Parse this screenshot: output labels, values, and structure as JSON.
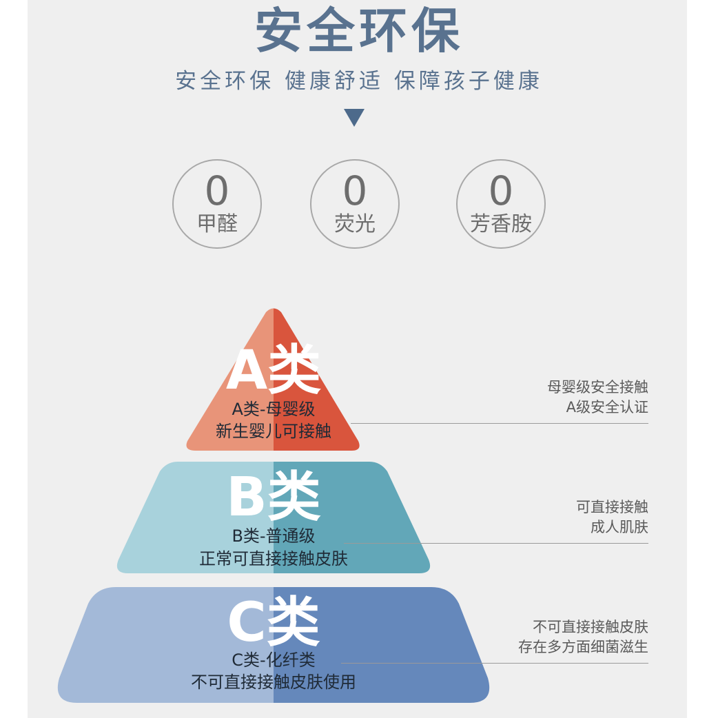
{
  "header": {
    "title": "安全环保",
    "subtitle": "安全环保 健康舒适 保障孩子健康"
  },
  "badges": [
    {
      "value": "0",
      "label": "甲醛"
    },
    {
      "value": "0",
      "label": "荧光"
    },
    {
      "value": "0",
      "label": "芳香胺"
    }
  ],
  "tiers": [
    {
      "big": "A类",
      "line1": "A类-母婴级",
      "line2": "新生婴儿可接触",
      "note1": "母婴级安全接触",
      "note2": "A级安全认证",
      "color_light": "#e89479",
      "color_dark": "#d9553d"
    },
    {
      "big": "B类",
      "line1": "B类-普通级",
      "line2": "正常可直接接触皮肤",
      "note1": "可直接接触",
      "note2": "成人肌肤",
      "color_light": "#a8d2dc",
      "color_dark": "#62a7b8"
    },
    {
      "big": "C类",
      "line1": "C类-化纤类",
      "line2": "不可直接接触皮肤使用",
      "note1": "不可直接接触皮肤",
      "note2": "存在多方面细菌滋生",
      "color_light": "#a3b9d8",
      "color_dark": "#6588bb"
    }
  ],
  "colors": {
    "title": "#59728f",
    "panel": "#efefef"
  }
}
